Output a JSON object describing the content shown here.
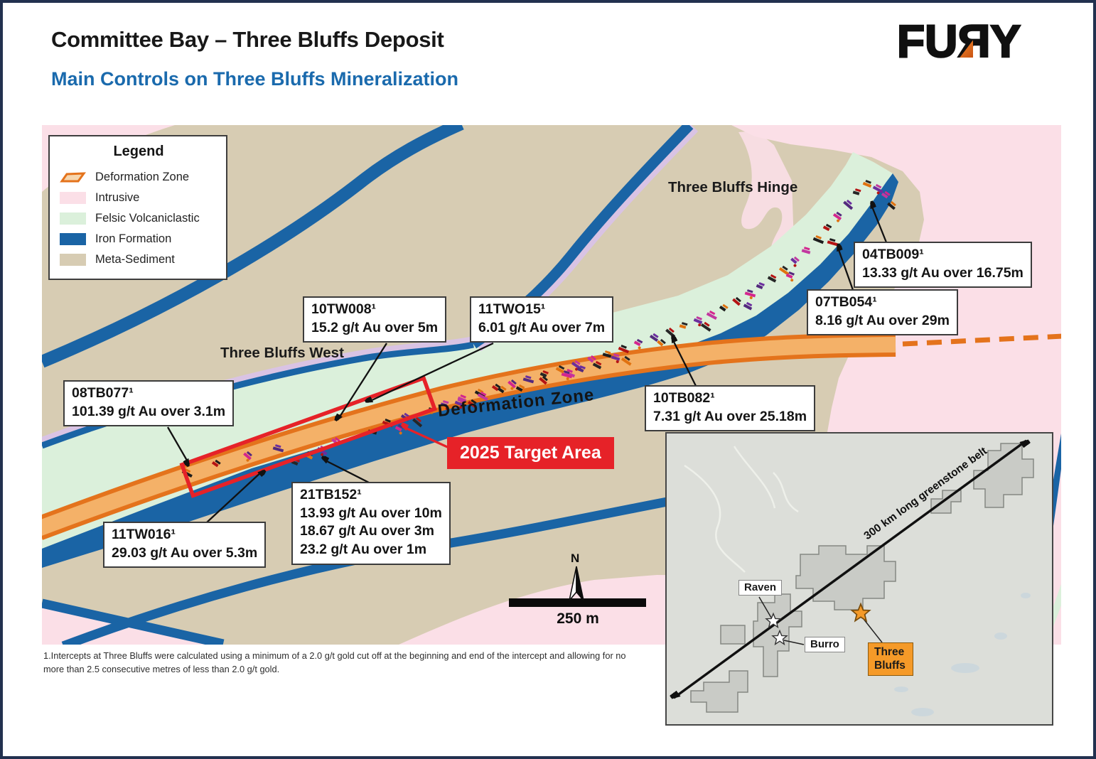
{
  "header": {
    "title": "Committee Bay – Three Bluffs Deposit",
    "subtitle": "Main Controls on Three Bluffs Mineralization",
    "logo_f": "FU",
    "logo_r": "Я",
    "logo_y": "Y"
  },
  "legend": {
    "title": "Legend",
    "items": [
      {
        "label": "Deformation Zone"
      },
      {
        "label": "Intrusive"
      },
      {
        "label": "Felsic Volcaniclastic"
      },
      {
        "label": "Iron Formation"
      },
      {
        "label": "Meta-Sediment"
      }
    ]
  },
  "map": {
    "area_labels": {
      "hinge": "Three Bluffs Hinge",
      "west": "Three Bluffs West",
      "deformation_zone": "Deformation Zone",
      "target": "2025 Target Area"
    },
    "callouts": [
      {
        "hole": "08TB077¹",
        "results": [
          "101.39 g/t Au over 3.1m"
        ]
      },
      {
        "hole": "10TW008¹",
        "results": [
          "15.2 g/t Au over 5m"
        ]
      },
      {
        "hole": "11TWO15¹",
        "results": [
          "6.01 g/t Au over 7m"
        ]
      },
      {
        "hole": "04TB009¹",
        "results": [
          "13.33 g/t Au over 16.75m"
        ]
      },
      {
        "hole": "07TB054¹",
        "results": [
          "8.16 g/t Au over 29m"
        ]
      },
      {
        "hole": "10TB082¹",
        "results": [
          "7.31 g/t Au over 25.18m"
        ]
      },
      {
        "hole": "21TB152¹",
        "results": [
          "13.93 g/t Au over 10m",
          "18.67 g/t Au over 3m",
          "23.2 g/t Au over 1m"
        ]
      },
      {
        "hole": "11TW016¹",
        "results": [
          "29.03 g/t Au over 5.3m"
        ]
      }
    ],
    "scale_label": "250 m",
    "north_label": "N",
    "footnote": "1.Intercepts at Three Bluffs were calculated using a minimum of a 2.0 g/t gold cut off at the beginning and end of the intercept and allowing for no more than 2.5 consecutive metres of less than 2.0 g/t gold."
  },
  "inset": {
    "belt_label": "300 km long greenstone belt",
    "labels": {
      "raven": "Raven",
      "burro": "Burro",
      "three_bluffs": "Three Bluffs"
    }
  },
  "colors": {
    "subtitle_blue": "#1a6aad",
    "intrusive_pink": "#fbdfe7",
    "felsic_green": "#dbf0db",
    "iron_blue": "#1a64a5",
    "meta_tan": "#d7ccb3",
    "deformation_orange": "#e4731c",
    "deformation_fill": "#f4b168",
    "target_red": "#e62228",
    "logo_orange": "#e8701d"
  }
}
